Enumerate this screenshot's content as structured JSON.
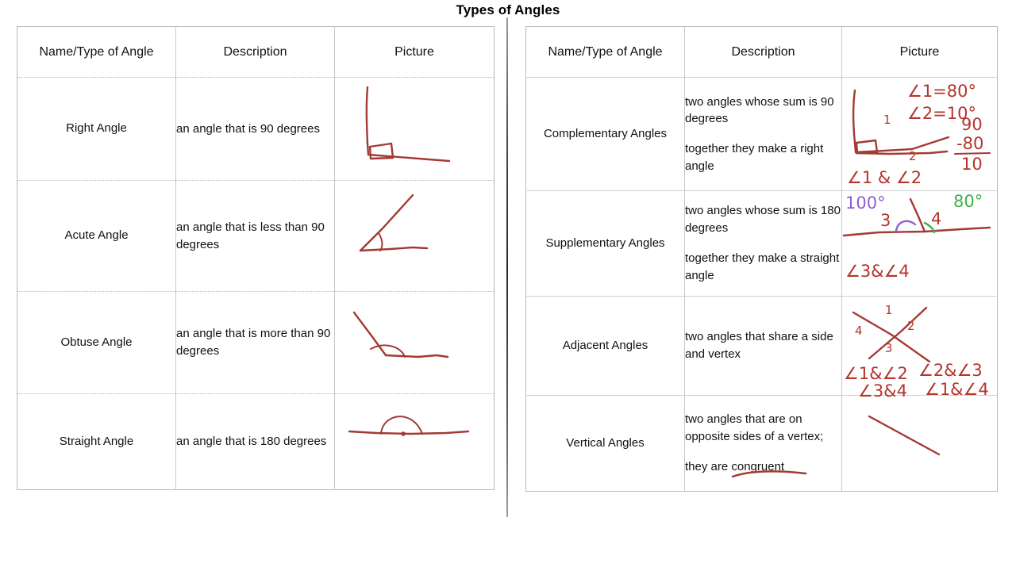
{
  "page": {
    "title": "Types of Angles"
  },
  "tables": [
    {
      "id": "left",
      "headers": [
        "Name/Type of Angle",
        "Description",
        "Picture"
      ],
      "rows": [
        {
          "name": "Right Angle",
          "description": [
            "an angle that is 90 degrees"
          ],
          "picture": {
            "kind": "right-angle-sketch",
            "annotations": []
          }
        },
        {
          "name": "Acute Angle",
          "description": [
            "an angle that is less than 90 degrees"
          ],
          "picture": {
            "kind": "acute-angle-sketch",
            "annotations": []
          }
        },
        {
          "name": "Obtuse Angle",
          "description": [
            "an angle that is more than 90 degrees"
          ],
          "picture": {
            "kind": "obtuse-angle-sketch",
            "annotations": []
          }
        },
        {
          "name": "Straight Angle",
          "description": [
            "an angle that is 180 degrees"
          ],
          "picture": {
            "kind": "straight-angle-sketch",
            "annotations": []
          }
        }
      ]
    },
    {
      "id": "right",
      "headers": [
        "Name/Type of Angle",
        "Description",
        "Picture"
      ],
      "rows": [
        {
          "name": "Complementary Angles",
          "description": [
            "two angles whose sum is 90 degrees",
            "together they make a right angle"
          ],
          "picture": {
            "kind": "complementary-angles-sketch",
            "annotations": [
              "1",
              "2",
              "∠1=80°",
              "∠2=10°",
              "90",
              "-80",
              "10",
              "∠1 & ∠2"
            ]
          }
        },
        {
          "name": "Supplementary Angles",
          "description": [
            "two angles whose sum is 180 degrees",
            "together they make a straight angle"
          ],
          "picture": {
            "kind": "supplementary-angles-sketch",
            "annotations": [
              "100°",
              "80°",
              "3",
              "4",
              "∠3&∠4"
            ]
          }
        },
        {
          "name": "Adjacent Angles",
          "description": [
            "two angles that share a side and vertex"
          ],
          "picture": {
            "kind": "adjacent-angles-sketch",
            "annotations": [
              "1",
              "2",
              "3",
              "4",
              "∠1&∠2",
              "∠2&∠3",
              "∠3&4",
              "∠1&∠4"
            ]
          }
        },
        {
          "name": "Vertical Angles",
          "description": [
            "two angles that are on opposite sides of a vertex;",
            "they are congruent"
          ],
          "picture": {
            "kind": "vertical-angles-sketch",
            "annotations": []
          }
        }
      ]
    }
  ],
  "colors": {
    "ink_red": "#a33a33",
    "ink_purple": "#8f5fd0",
    "ink_green": "#3fb14b",
    "table_border": "#b9b9b9",
    "text": "#111111"
  }
}
